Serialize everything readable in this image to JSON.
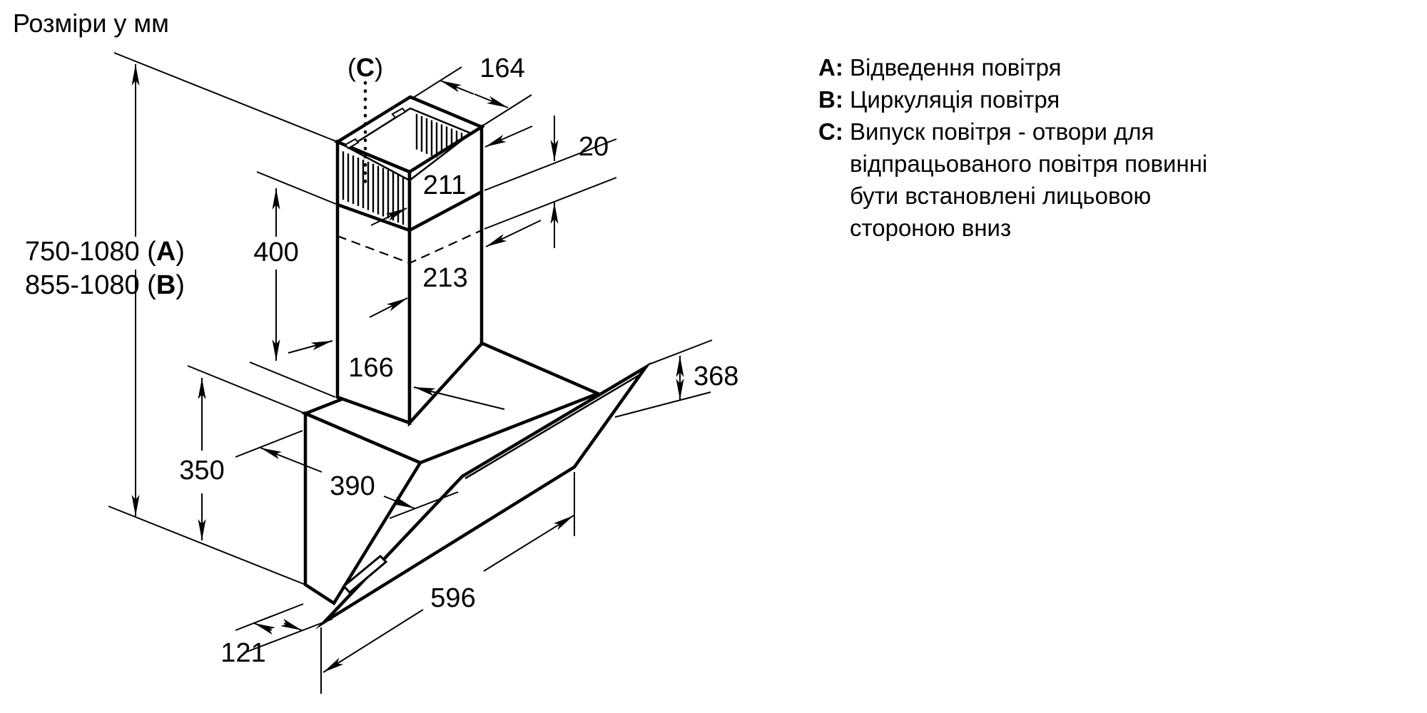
{
  "title": "Розміри у мм",
  "callout_c": {
    "pre": "(",
    "letter": "C",
    "post": ")"
  },
  "dims": {
    "depth_top": "164",
    "overlap": "20",
    "width_upper": "211",
    "width_lower": "213",
    "chimney_height": "400",
    "depth_lower": "166",
    "glass_height": "368",
    "body_height": "350",
    "body_depth": "390",
    "glass_width": "596",
    "bottom_offset": "121"
  },
  "overall_height": {
    "a": {
      "pre": "750-1080 (",
      "bold": "A",
      "post": ")"
    },
    "b": {
      "pre": "855-1080 (",
      "bold": "B",
      "post": ")"
    }
  },
  "legend": {
    "a": {
      "label": "A:",
      "text": "Відведення повітря"
    },
    "b": {
      "label": "B:",
      "text": "Циркуляція повітря"
    },
    "c": {
      "label": "C:",
      "lines": [
        "Випуск повітря - отвори для",
        "відпрацьованого повітря повинні",
        "бути встановлені лицьовою",
        "стороною вниз"
      ]
    }
  },
  "colors": {
    "line": "#000000",
    "background": "#ffffff"
  }
}
